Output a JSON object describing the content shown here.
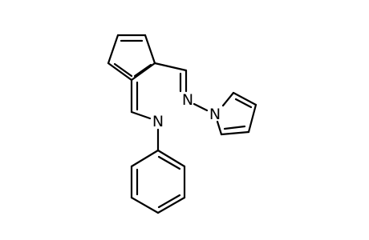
{
  "molecule": {
    "atoms": {
      "amine_n": "N",
      "imine_n": "N",
      "pyrrole_n": "N"
    }
  },
  "colors": {
    "background": "#ffffff",
    "ink": "#000000"
  }
}
